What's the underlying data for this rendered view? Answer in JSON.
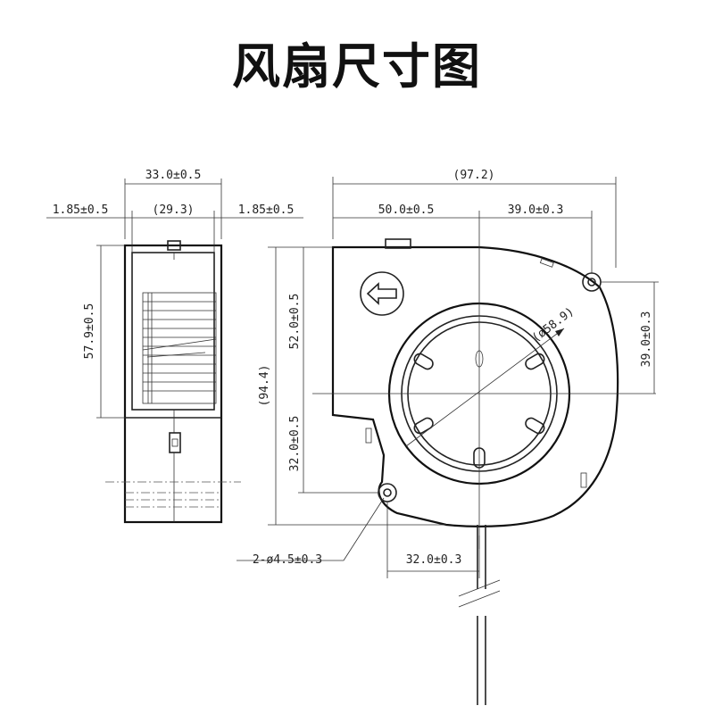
{
  "title": "风扇尺寸图",
  "dimensions": {
    "side_width": "33.0±0.5",
    "side_left_margin": "1.85±0.5",
    "side_inner": "(29.3)",
    "side_right_margin": "1.85±0.5",
    "side_height": "57.9±0.5",
    "total_width": "(97.2)",
    "width_left": "50.0±0.5",
    "width_right": "39.0±0.3",
    "height_top": "52.0±0.5",
    "height_bottom": "32.0±0.5",
    "total_height": "(94.4)",
    "right_height": "39.0±0.3",
    "inlet_diameter": "(ø58.9)",
    "hole_spec": "2-ø4.5±0.3",
    "hole_spacing": "32.0±0.3"
  }
}
